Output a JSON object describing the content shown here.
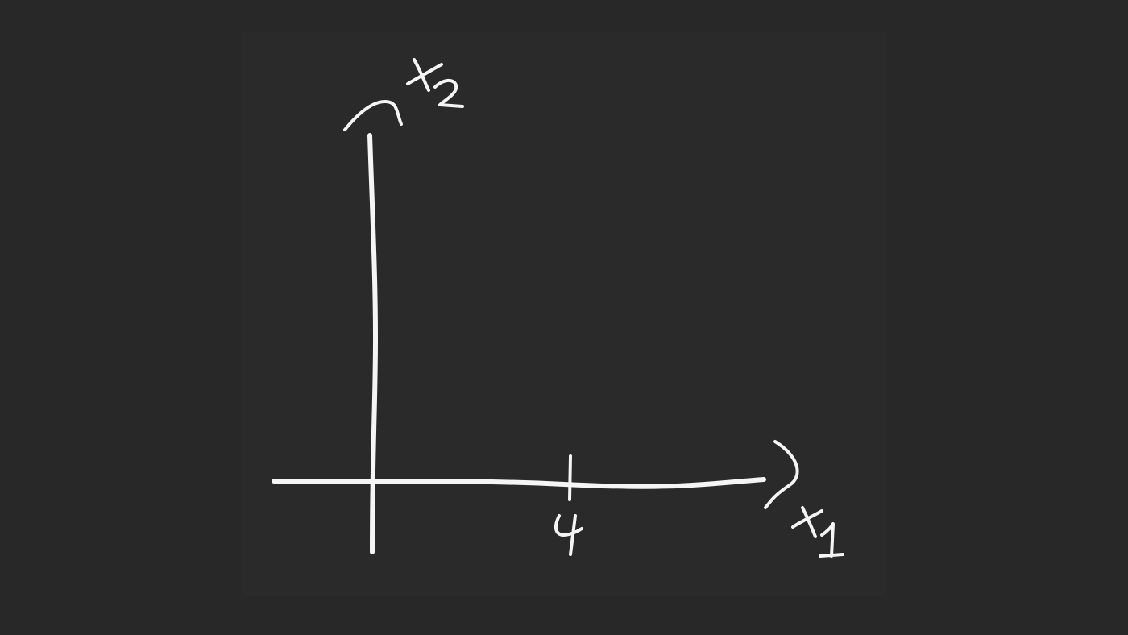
{
  "diagram": {
    "background": "#282828",
    "ink": "#f5f5f5",
    "x_axis": {
      "label": "x",
      "subscript": "1"
    },
    "y_axis": {
      "label": "x",
      "subscript": "2"
    },
    "tick": {
      "value": "4"
    }
  }
}
